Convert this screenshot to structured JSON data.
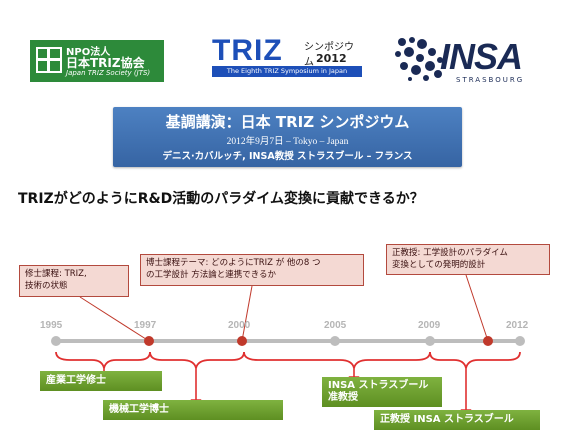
{
  "logos": {
    "jts": {
      "line1": "NPO法人",
      "line2": "日本TRIZ協会",
      "line3": "Japan TRIZ Society (JTS)"
    },
    "triz": {
      "word": "TRIZ",
      "symposium": "シンポジウム",
      "year": "2012",
      "bar": "The Eighth TRIZ Symposium in Japan"
    },
    "insa": {
      "word": "INSA",
      "sub": "STRASBOURG"
    }
  },
  "banner": {
    "title": "基調講演：日本 TRIZ シンポジウム",
    "date_line": "2012年9月7日 – Tokyo – Japan",
    "speaker": "デニス·カバルッチ, INSA教授 ストラスブール – フランス",
    "color": "#3f6fb0"
  },
  "question": "TRIZがどのようにR&D活動のパラダイム変換に貢献できるか？",
  "callouts": {
    "c1": {
      "line1": "修士課程: TRIZ,",
      "line2": "技術の状態"
    },
    "c2": {
      "line1": "博士課程テーマ: どのようにTRIZ が 他の8 つ",
      "line2": "の工学設計 方法論と連携できるか"
    },
    "c3": {
      "line1": "正教授: 工学設計のパラダイム",
      "line2": "変換としての発明的設計"
    }
  },
  "timeline": {
    "years": [
      "1995",
      "1997",
      "2000",
      "2005",
      "2009",
      "2012"
    ],
    "color": "#bdbdbd",
    "marker_color": "#c0392b",
    "bracket_color": "#e03030"
  },
  "labels": {
    "g1": "産業工学修士",
    "g2": "機械工学博士",
    "g3_line1": "INSA ストラスブール",
    "g3_line2": "准教授",
    "g4": "正教授 INSA ストラスブール",
    "color": "#6b9c2c"
  }
}
